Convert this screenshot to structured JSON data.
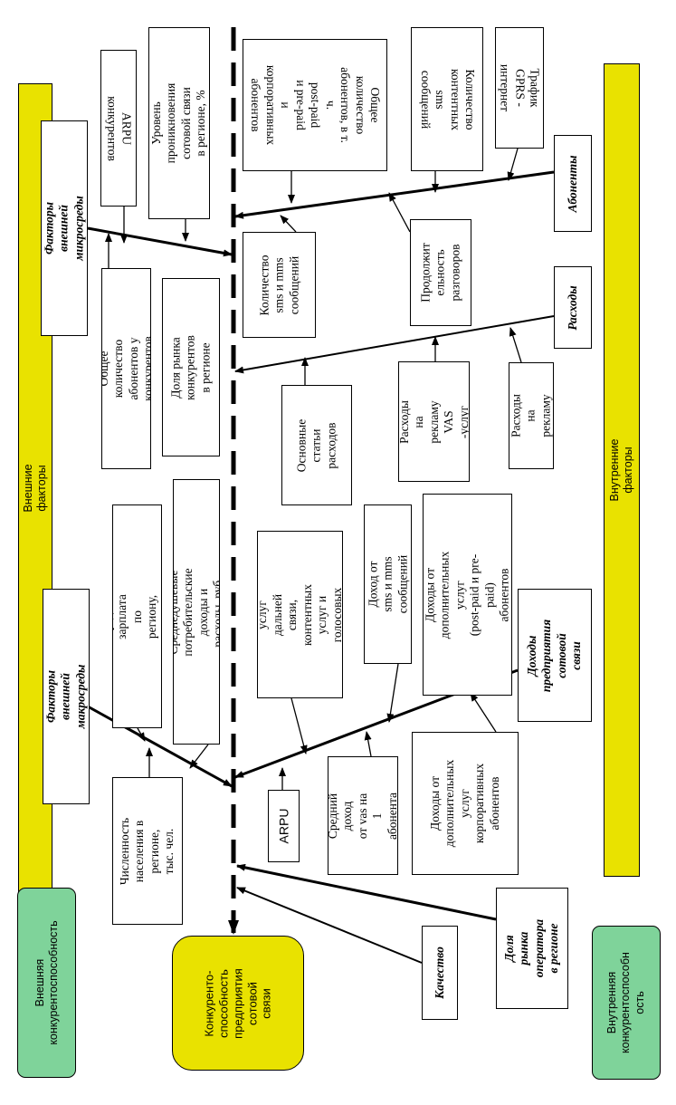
{
  "regions": {
    "external": "Внешние факторы",
    "internal": "Внутренние факторы"
  },
  "outcomes": {
    "external_competitiveness": "Внешняя\nконкурентоспособность",
    "internal_competitiveness": "Внутренняя\nконкурентоспособн\nость",
    "competitiveness": "Конкуренто-\nспособность\nпредприятия\nсотовой связи"
  },
  "groups": {
    "macro_top": "Факторы внешней\nмикросреды",
    "macro_bottom": "Факторы внешней\nмакросреды",
    "subscribers": "Абоненты",
    "expenses": "Расходы",
    "revenues": "Доходы\nпредприятия\nсотовой связи",
    "market_share": "Доля рынка\nоператора\nв регионе",
    "quality": "Качество"
  },
  "factors": {
    "arpu_comp": "ARPU конкурентов",
    "penetration": "Уровень проникновения\nсотовой связи в регионе, %",
    "comp_subscribers": "Общее количество\nабонентов у конкурентов",
    "market_share_comp": "Доля рынка конкурентов\nв регионе",
    "avg_salary": "Средняя зарплата по региону,\nруб.",
    "per_capita": "Среднедушевые потребительские\nдоходы и расходы, руб.",
    "population": "Численность\nнаселения в\nрегионе, тыс. чел.",
    "total_subscribers": "Общее\nколичество\nабонентов, в т. ч.\npost-paid\nи pre-paid\nи корпоративных\nабонентов",
    "content_sms": "Количество\nконтентных sms\nсообщений",
    "gprs": "Трафик GPRS -\nинтернет",
    "sms_mms": "Количество\nsms и mms\nсообщений",
    "duration": "Продолжит\nельность\nразговоров",
    "main_expenses": "Основные\nстатьи\nрасходов",
    "vas_ads": "Расходы на\nрекламу\nVAS -услуг",
    "ads": "Расходы на\nрекламу",
    "long_distance": "Доходы от услуг\nдальней связи,\nконтентных услуг и\nголосовых услуг",
    "sms_income": "Доход от sms и mms\nсообщений",
    "extra_income": "Доходы от\nдополнительных услуг\n(post-paid и pre-paid)\nабонентов",
    "arpu": "ARPU",
    "vas_income": "Средний доход\nот vas на 1\nабонента",
    "corp_income": "Доходы от\nдополнительных\nуслуг\nкорпоративных\nабонентов"
  }
}
